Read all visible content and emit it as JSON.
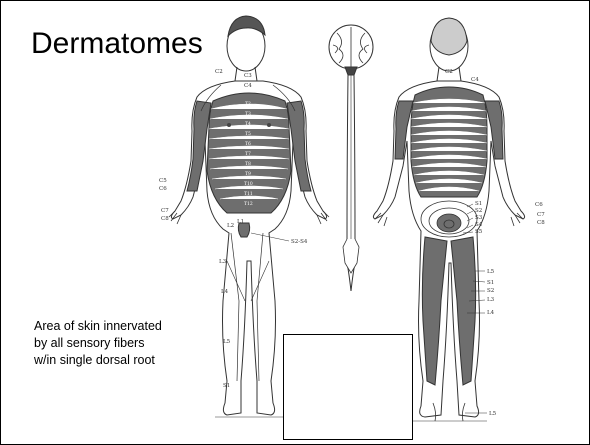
{
  "slide": {
    "title": "Dermatomes",
    "caption_lines": [
      "Area of skin innervated",
      "by all sensory fibers",
      "w/in single dorsal root"
    ]
  },
  "figure": {
    "shading_color": "#6e6e6e",
    "line_color": "#333333",
    "front_labels": {
      "c2": "C2",
      "c3": "C3",
      "c4": "C4",
      "c5": "C5",
      "c6": "C6",
      "c7": "C7",
      "c8": "C8",
      "l1": "L1",
      "l2": "L2",
      "l3": "L3",
      "l4": "L4",
      "l5": "L5",
      "s1": "S1",
      "s2s4": "S2-S4"
    },
    "front_trunk_labels": [
      "T2",
      "T3",
      "T4",
      "T5",
      "T6",
      "T7",
      "T8",
      "T9",
      "T10",
      "T11",
      "T12"
    ],
    "back_labels": {
      "c2": "C2",
      "c4": "C4",
      "c6": "C6",
      "c7": "C7",
      "c8": "C8",
      "s1": "S1",
      "s2": "S2",
      "s3": "S3",
      "s4": "S4",
      "s5": "S5",
      "l5": "L5",
      "l3": "L3",
      "l4": "L4",
      "s1b": "S1",
      "s2b": "S2",
      "l5b": "L5"
    }
  }
}
